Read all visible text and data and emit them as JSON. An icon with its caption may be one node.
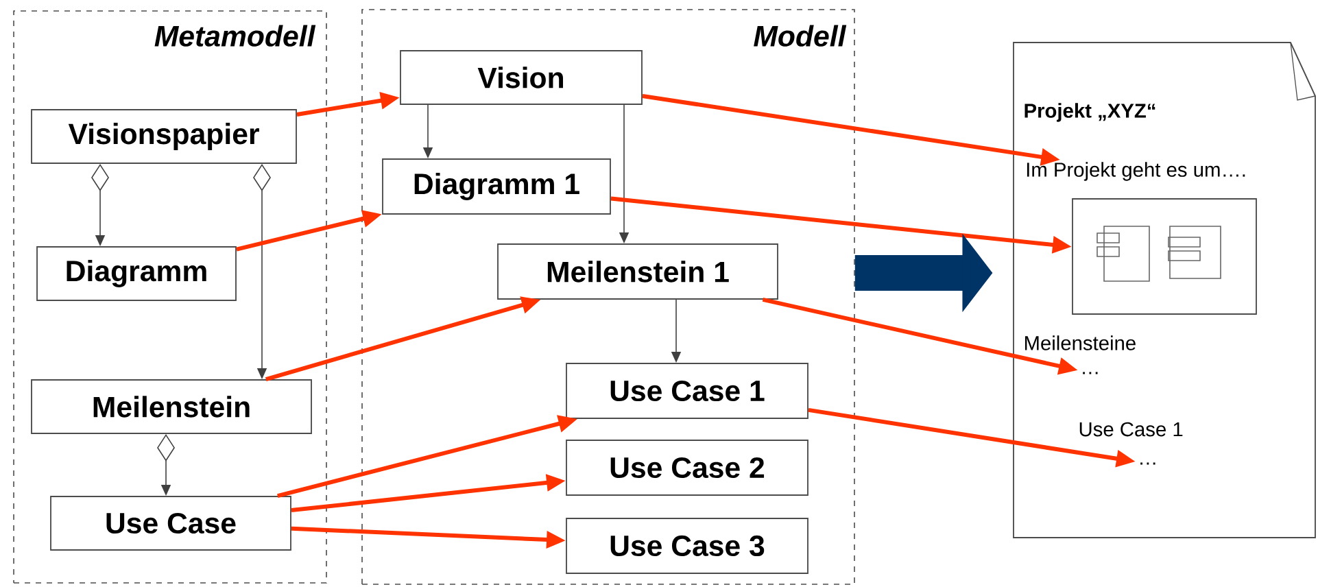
{
  "diagram": {
    "nodes": [
      {
        "text": [
          "Metamodell"
        ]
      },
      {
        "text": [
          "Visionspapier"
        ],
        "in": 0
      },
      {
        "text": [
          "Diagramm"
        ],
        "in": 0
      },
      {
        "text": [
          "Meilenstein"
        ],
        "in": 0
      },
      {
        "text": [
          "Use Case"
        ],
        "in": 0
      },
      {
        "text": [
          "Modell"
        ]
      },
      {
        "text": [
          "Vision"
        ],
        "in": 5
      },
      {
        "text": [
          "Diagramm 1"
        ],
        "in": 5
      },
      {
        "text": [
          "Meilenstein 1"
        ],
        "in": 5
      },
      {
        "text": [
          "Use Case 1"
        ],
        "in": 5
      },
      {
        "text": [
          "Use Case 2"
        ],
        "in": 5
      },
      {
        "text": [
          "Use Case 3"
        ],
        "in": 5
      },
      {
        "text": [
          "Projekt „XYZ“",
          "Meilensteine",
          "Use Case 1"
        ]
      },
      {
        "text": [
          "Im Projekt geht es um…."
        ],
        "in": 12
      },
      {
        "text": [],
        "shape": "box",
        "in": 12
      },
      {
        "text": [
          "…"
        ],
        "in": 12
      },
      {
        "text": [
          "…"
        ],
        "in": 12
      }
    ],
    "edges": [
      {
        "from": 1,
        "to": 2,
        "arrow": "to",
        "color": "#404040"
      },
      {
        "from": 1,
        "to": 3,
        "arrow": "to",
        "color": "#404040"
      },
      {
        "from": 3,
        "to": 4,
        "arrow": "to",
        "color": "#404040"
      },
      {
        "from": 6,
        "to": 7,
        "arrow": "to",
        "color": "#404040"
      },
      {
        "from": 6,
        "to": 8,
        "arrow": "to",
        "color": "#404040"
      },
      {
        "from": 8,
        "to": 9,
        "arrow": "to",
        "color": "#404040"
      },
      {
        "from": 1,
        "to": 6,
        "arrow": "to"
      },
      {
        "from": 2,
        "to": 7,
        "arrow": "to"
      },
      {
        "from": 3,
        "to": 8,
        "arrow": "to"
      },
      {
        "from": 4,
        "to": 9,
        "arrow": "to"
      },
      {
        "from": 4,
        "to": 10,
        "arrow": "to"
      },
      {
        "from": 4,
        "to": 11,
        "arrow": "to"
      },
      {
        "from": 6,
        "to": 13,
        "arrow": "to"
      },
      {
        "from": 7,
        "to": 14,
        "arrow": "to"
      },
      {
        "from": 8,
        "to": 15,
        "arrow": "to"
      },
      {
        "from": 9,
        "to": 16,
        "arrow": "to"
      },
      {
        "from": 5,
        "to": 12,
        "arrow": "to",
        "style": "thick",
        "color": "#003366"
      }
    ]
  }
}
